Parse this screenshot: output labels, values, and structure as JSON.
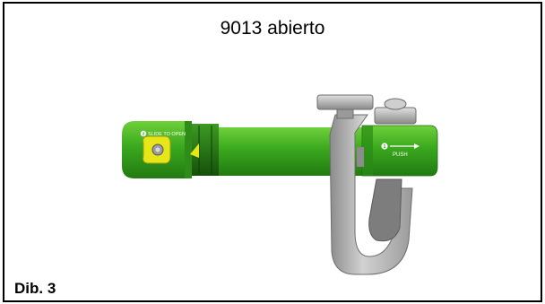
{
  "figure": {
    "title": "9013 abierto",
    "caption": "Dib. 3"
  },
  "device": {
    "left_marking_number": "2",
    "left_marking_text": "SLIDE TO OPEN",
    "right_marking_number": "1",
    "right_marking_text": "PUSH"
  },
  "colors": {
    "green": "#3aa81e",
    "green_dark": "#1f6e10",
    "yellow": "#e6e619",
    "gray": "#b5b5b5",
    "gray_dark": "#6e6e6e"
  }
}
